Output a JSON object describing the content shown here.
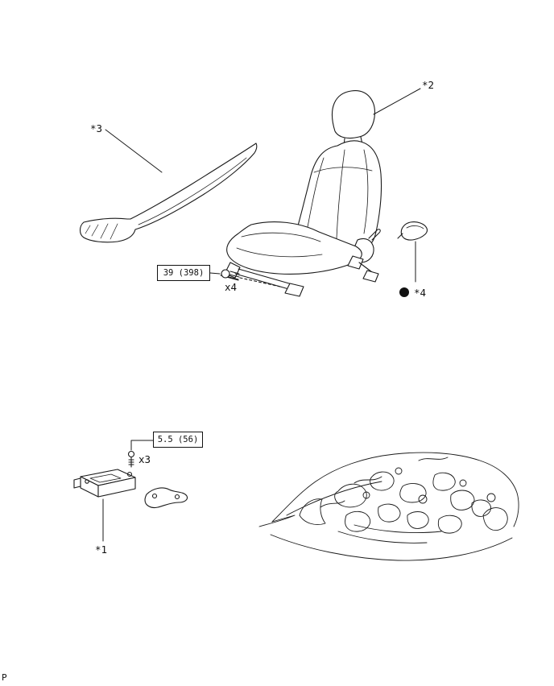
{
  "page": {
    "footer_letter": "P"
  },
  "callouts": {
    "c1": "*1",
    "c2": "*2",
    "c3": "*3",
    "c4": "*4"
  },
  "torque_specs": {
    "seat_bolt": "39 (398)",
    "sensor_bolt": "5.5 (56)"
  },
  "quantities": {
    "seat_bolts": "x4",
    "sensor_bolts": "x3"
  }
}
